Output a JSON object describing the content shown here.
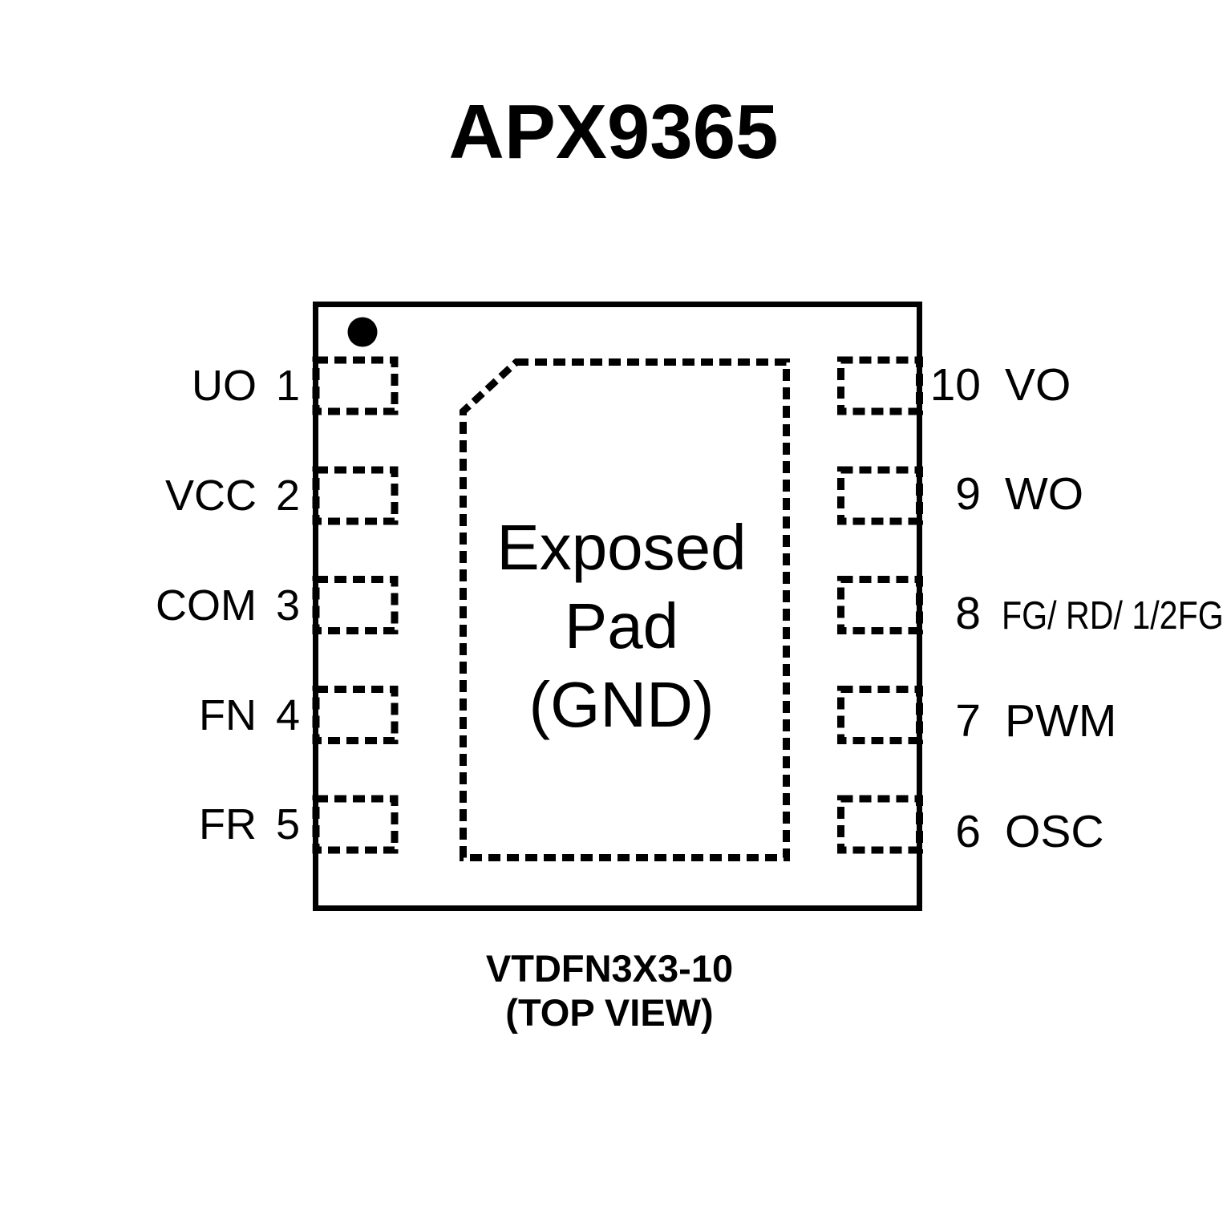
{
  "title": "APX9365",
  "package": {
    "outline": "VTDFN3X3-10 package body (top view)",
    "pin1_marker": "pin-1 indicator dot",
    "exposed_pad": {
      "line1": "Exposed",
      "line2": "Pad",
      "line3": "(GND)"
    },
    "caption_line1": "VTDFN3X3-10",
    "caption_line2": "(TOP VIEW)"
  },
  "pins": {
    "left": [
      {
        "number": "1",
        "name": "UO"
      },
      {
        "number": "2",
        "name": "VCC"
      },
      {
        "number": "3",
        "name": "COM"
      },
      {
        "number": "4",
        "name": "FN"
      },
      {
        "number": "5",
        "name": "FR"
      }
    ],
    "right": [
      {
        "number": "10",
        "name": "VO"
      },
      {
        "number": "9",
        "name": "WO"
      },
      {
        "number": "8",
        "name": "FG/ RD/ 1/2FG"
      },
      {
        "number": "7",
        "name": "PWM"
      },
      {
        "number": "6",
        "name": "OSC"
      }
    ]
  },
  "colors": {
    "ink": "#000000",
    "background": "#ffffff"
  }
}
